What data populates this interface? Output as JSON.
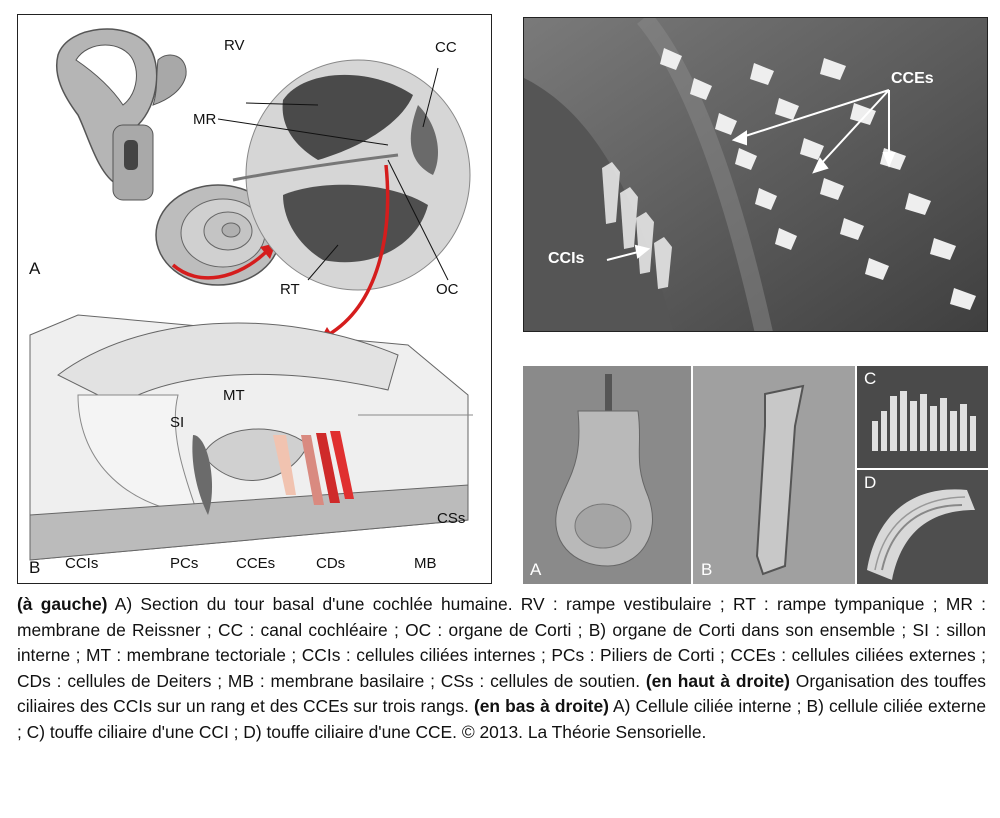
{
  "left": {
    "label_a": "A",
    "label_b": "B",
    "rv": "RV",
    "cc": "CC",
    "mr": "MR",
    "rt": "RT",
    "oc": "OC",
    "mt": "MT",
    "si": "SI",
    "ccis": "CCIs",
    "pcs": "PCs",
    "cces": "CCEs",
    "cds": "CDs",
    "mb": "MB",
    "css": "CSs"
  },
  "top_right": {
    "cces": "CCEs",
    "ccis": "CCIs"
  },
  "bottom_right": {
    "a": "A",
    "b": "B",
    "c": "C",
    "d": "D"
  },
  "caption": {
    "h1": "(à gauche)",
    "t1": " A) Section du tour basal d'une cochlée humaine. RV : rampe vestibulaire ; RT : rampe tympanique ; MR : membrane de Reissner ; CC : canal cochléaire ; OC : organe de Corti ; B) organe de Corti dans son ensemble ; SI : sillon interne ; MT : membrane tectoriale ; CCIs : cellules ciliées internes ; PCs : Piliers de Corti ; CCEs : cellules ciliées externes ; CDs : cellules de Deiters ; MB : membrane basilaire ; CSs : cellules de soutien. ",
    "h2": "(en haut à droite)",
    "t2": " Organisation des touffes ciliaires des CCIs sur un rang et des CCEs sur trois rangs. ",
    "h3": "(en bas à droite)",
    "t3": " A) Cellule ciliée interne ; B) cellule ciliée externe ; C) touffe ciliaire d'une CCI ; D) touffe ciliaire d'une CCE. © 2013. La Théorie Sensorielle."
  }
}
